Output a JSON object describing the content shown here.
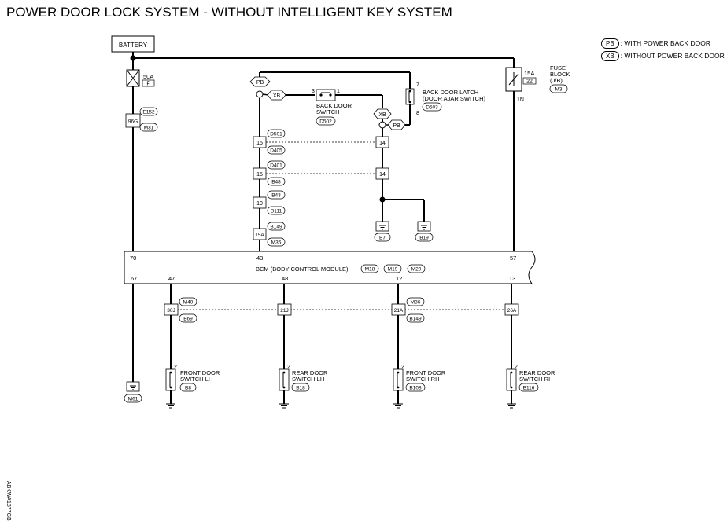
{
  "title": "POWER DOOR LOCK SYSTEM - WITHOUT INTELLIGENT KEY SYSTEM",
  "legend": [
    {
      "tag": "PB",
      "text": ": WITH POWER BACK DOOR"
    },
    {
      "tag": "XB",
      "text": ": WITHOUT POWER BACK DOOR"
    }
  ],
  "battery": "BATTERY",
  "fuse_50a": {
    "rating": "50A",
    "id": "F"
  },
  "fuse_block": {
    "label1": "FUSE",
    "label2": "BLOCK",
    "label3": "(J/B)",
    "rating": "15A",
    "id": "22",
    "connector": "M3",
    "pin": "1N"
  },
  "harness_96g": {
    "pin": "96G",
    "conn_top": "E152",
    "conn_bottom": "M31"
  },
  "pb_tag": "PB",
  "xb_tag": "XB",
  "back_door_switch": {
    "line1": "BACK DOOR",
    "line2": "SWITCH",
    "connector": "D502",
    "pin_left": "3",
    "pin_right": "1"
  },
  "back_door_latch": {
    "line1": "BACK DOOR LATCH",
    "line2": "(DOOR AJAR SWITCH)",
    "connector": "D503",
    "pin_top": "7",
    "pin_bottom": "8"
  },
  "left_joints": [
    {
      "pin": "15",
      "top": "D501",
      "bottom": "D405"
    },
    {
      "pin": "15",
      "top": "D401",
      "bottom": "B48"
    },
    {
      "pin": "10",
      "top": "B43",
      "bottom": "B111"
    },
    {
      "pin": "15A",
      "top": "B149",
      "bottom": "M36"
    }
  ],
  "right_joints": [
    {
      "pin": "14"
    },
    {
      "pin": "14"
    }
  ],
  "grounds_top": [
    "B7",
    "B19"
  ],
  "bcm": {
    "label": "BCM (BODY CONTROL MODULE)",
    "connectors": [
      "M18",
      "M19",
      "M20"
    ],
    "pins_top": [
      "70",
      "43",
      "57"
    ],
    "pins_bottom": [
      "67",
      "47",
      "48",
      "12",
      "13"
    ]
  },
  "ground_m61": "M61",
  "lower_joints": [
    {
      "pin": "30J",
      "top": "M40",
      "bottom": "B69"
    },
    {
      "pin": "21J"
    },
    {
      "pin": "21A",
      "top": "M36",
      "bottom": "B149"
    },
    {
      "pin": "26A"
    }
  ],
  "door_switches": [
    {
      "line1": "FRONT DOOR",
      "line2": "SWITCH LH",
      "connector": "B8",
      "pin": "2"
    },
    {
      "line1": "REAR DOOR",
      "line2": "SWITCH LH",
      "connector": "B18",
      "pin": "2"
    },
    {
      "line1": "FRONT DOOR",
      "line2": "SWITCH RH",
      "connector": "B108",
      "pin": "2"
    },
    {
      "line1": "REAR DOOR",
      "line2": "SWITCH RH",
      "connector": "B116",
      "pin": "2"
    }
  ],
  "doc_code": "ABKWA1877GB"
}
